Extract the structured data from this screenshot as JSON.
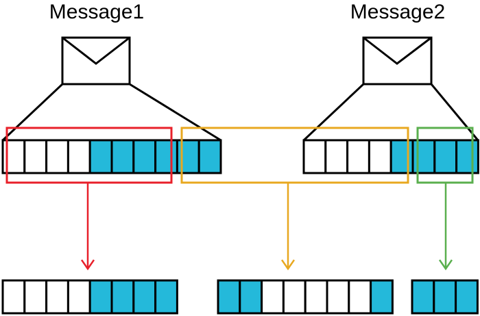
{
  "messages": [
    {
      "title": "Message1",
      "icon": "envelope-icon",
      "cells": [
        0,
        0,
        0,
        0,
        1,
        1,
        1,
        1,
        1,
        1
      ]
    },
    {
      "title": "Message2",
      "icon": "envelope-icon",
      "cells": [
        0,
        0,
        0,
        0,
        1,
        1,
        1,
        1
      ]
    }
  ],
  "outputs": [
    {
      "cells": [
        0,
        0,
        0,
        0,
        1,
        1,
        1,
        1
      ]
    },
    {
      "cells": [
        1,
        1,
        0,
        0,
        0,
        0,
        0,
        1
      ]
    },
    {
      "cells": [
        1,
        1,
        1
      ]
    }
  ],
  "colors": {
    "filled_cell": "#24b9da",
    "empty_cell": "#ffffff",
    "stroke": "#000000",
    "window_red": "#e8202a",
    "window_orange": "#e8a820",
    "window_green": "#5aaf4e"
  }
}
